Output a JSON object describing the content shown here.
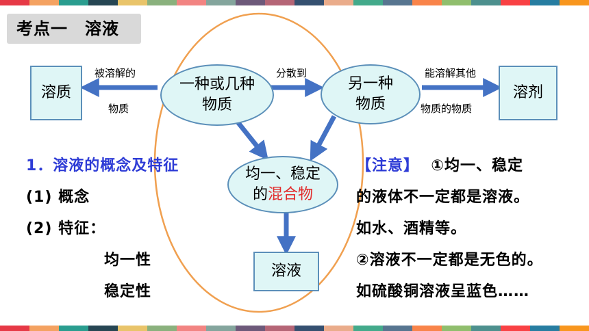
{
  "title": "考点一　溶液",
  "nodes": {
    "solute": "溶质",
    "substance_a_line1": "一种或几种",
    "substance_a_line2": "物质",
    "substance_b_line1": "另一种",
    "substance_b_line2": "物质",
    "solvent": "溶剂",
    "mix_line1": "均一、稳定",
    "mix_prefix": "的",
    "mix_highlight": "混合物",
    "solution": "溶液"
  },
  "edge_labels": {
    "dissolved_top": "被溶解的",
    "dissolved_bottom": "物质",
    "disperse": "分散到",
    "can_dissolve_top": "能溶解其他",
    "can_dissolve_bottom": "物质的物质"
  },
  "left_notes": {
    "heading": "1．溶液的概念及特征",
    "concept": "(1) 概念",
    "feature": "(2) 特征：",
    "trait1": "均一性",
    "trait2": "稳定性"
  },
  "right_notes": {
    "heading_bracket": "【注意】",
    "line1": "①均一、稳定",
    "line2": "的液体不一定都是溶液。",
    "line3": "如水、酒精等。",
    "line4": "②溶液不一定都是无色的。",
    "line5": "如硫酸铜溶液呈蓝色……"
  },
  "colors": {
    "node_fill": "#dff6f6",
    "node_border": "#5b8fb9",
    "arrow": "#4472c4",
    "ellipse_outline": "#f0a050",
    "heading_blue": "#2e3cd6",
    "highlight_red": "#e22b2b"
  },
  "stripe_colors": [
    "#e63946",
    "#f4a261",
    "#2a9d8f",
    "#264653",
    "#e9c46a",
    "#8ab17d",
    "#f28482",
    "#84a59d",
    "#6d597a",
    "#b56576",
    "#355070",
    "#eaac8b",
    "#43aa8b",
    "#577590",
    "#f9844a",
    "#90be6d",
    "#4d908e",
    "#f94144",
    "#277da1",
    "#f8961e"
  ]
}
